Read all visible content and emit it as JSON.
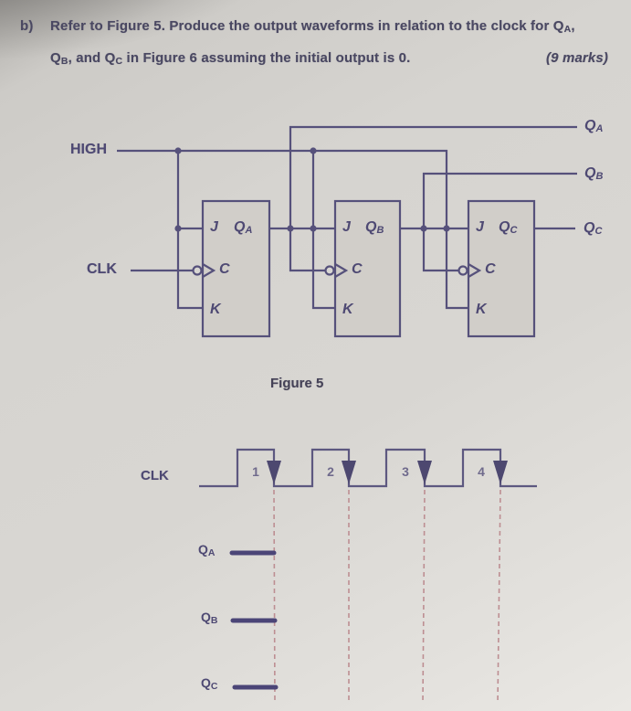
{
  "colors": {
    "circuit_line": "#56517b",
    "box_fill": "#d1cec9",
    "wave_line": "#5d5880",
    "arrow_fill": "#4d4870",
    "dash_line": "#bd8e92",
    "level_line": "#4b4577",
    "text": "#4a4862"
  },
  "question": {
    "item_label": "b)",
    "line1_text": "Refer to Figure 5. Produce the output waveforms in relation to the clock for Q",
    "line1_sub": "A",
    "line1_tail": ",",
    "line2_q1": "Q",
    "line2_q1_sub": "B",
    "line2_mid": ", and Q",
    "line2_q2_sub": "C",
    "line2_tail": " in Figure 6 assuming the initial output is 0.",
    "marks": "(9 marks)"
  },
  "circuit": {
    "high_label": "HIGH",
    "clk_label": "CLK",
    "flipflops": [
      {
        "j": "J",
        "q": "Q",
        "q_sub": "A",
        "c": "C",
        "k": "K"
      },
      {
        "j": "J",
        "q": "Q",
        "q_sub": "B",
        "c": "C",
        "k": "K"
      },
      {
        "j": "J",
        "q": "Q",
        "q_sub": "C",
        "c": "C",
        "k": "K"
      }
    ],
    "outputs": [
      {
        "q": "Q",
        "sub": "A"
      },
      {
        "q": "Q",
        "sub": "B"
      },
      {
        "q": "Q",
        "sub": "C"
      }
    ],
    "caption": "Figure 5"
  },
  "timing": {
    "clk_label": "CLK",
    "pulses": [
      "1",
      "2",
      "3",
      "4"
    ],
    "rows": [
      {
        "q": "Q",
        "sub": "A"
      },
      {
        "q": "Q",
        "sub": "B"
      },
      {
        "q": "Q",
        "sub": "C"
      }
    ]
  }
}
